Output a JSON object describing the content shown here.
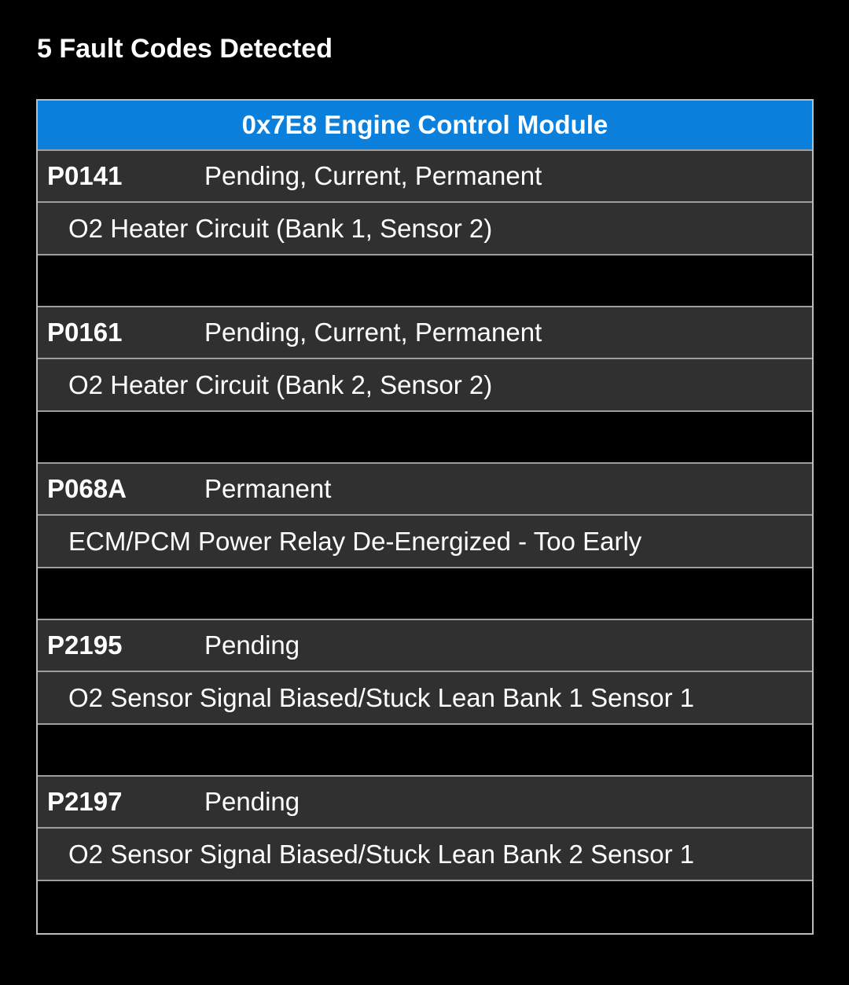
{
  "header": {
    "title": "5 Fault Codes Detected"
  },
  "module": {
    "name": "0x7E8 Engine Control Module",
    "header_color": "#0a7fdc"
  },
  "faults": [
    {
      "code": "P0141",
      "status": "Pending, Current, Permanent",
      "description": "O2 Heater Circuit (Bank 1, Sensor 2)"
    },
    {
      "code": "P0161",
      "status": "Pending, Current, Permanent",
      "description": "O2 Heater Circuit (Bank 2, Sensor 2)"
    },
    {
      "code": "P068A",
      "status": "Permanent",
      "description": "ECM/PCM Power Relay De-Energized - Too Early"
    },
    {
      "code": "P2195",
      "status": "Pending",
      "description": "O2 Sensor Signal Biased/Stuck Lean Bank 1 Sensor 1"
    },
    {
      "code": "P2197",
      "status": "Pending",
      "description": "O2 Sensor Signal Biased/Stuck Lean Bank 2 Sensor 1"
    }
  ],
  "colors": {
    "background": "#000000",
    "row_background": "#303030",
    "border": "#9e9e9e",
    "text": "#ffffff"
  }
}
